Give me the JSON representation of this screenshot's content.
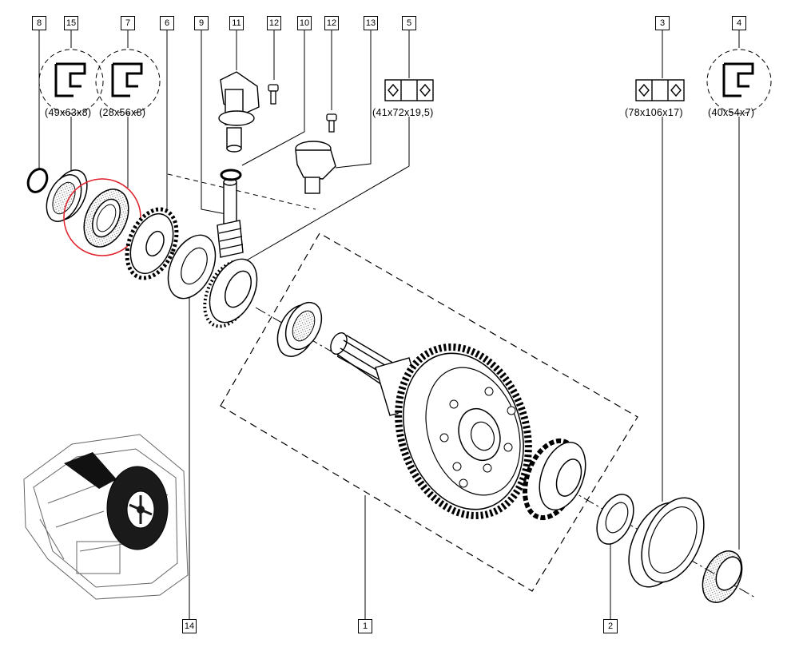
{
  "diagram": {
    "callouts": [
      {
        "key": "c8",
        "label": "8"
      },
      {
        "key": "c15",
        "label": "15"
      },
      {
        "key": "c7",
        "label": "7"
      },
      {
        "key": "c6",
        "label": "6"
      },
      {
        "key": "c9",
        "label": "9"
      },
      {
        "key": "c11",
        "label": "11"
      },
      {
        "key": "c12a",
        "label": "12"
      },
      {
        "key": "c10",
        "label": "10"
      },
      {
        "key": "c12b",
        "label": "12"
      },
      {
        "key": "c13",
        "label": "13"
      },
      {
        "key": "c5",
        "label": "5"
      },
      {
        "key": "c3",
        "label": "3"
      },
      {
        "key": "c4",
        "label": "4"
      },
      {
        "key": "c14",
        "label": "14"
      },
      {
        "key": "c1",
        "label": "1"
      },
      {
        "key": "c2",
        "label": "2"
      }
    ],
    "dimensions": {
      "seal_15": "(49x63x8)",
      "seal_7": "(28x56x8)",
      "bearing_5": "(41x72x19,5)",
      "bearing_3": "(78x106x17)",
      "seal_4": "(40x54x7)"
    },
    "highlight_color": "#e0202a",
    "icons": [
      "lip-seal-icon",
      "taper-bearing-icon"
    ]
  }
}
